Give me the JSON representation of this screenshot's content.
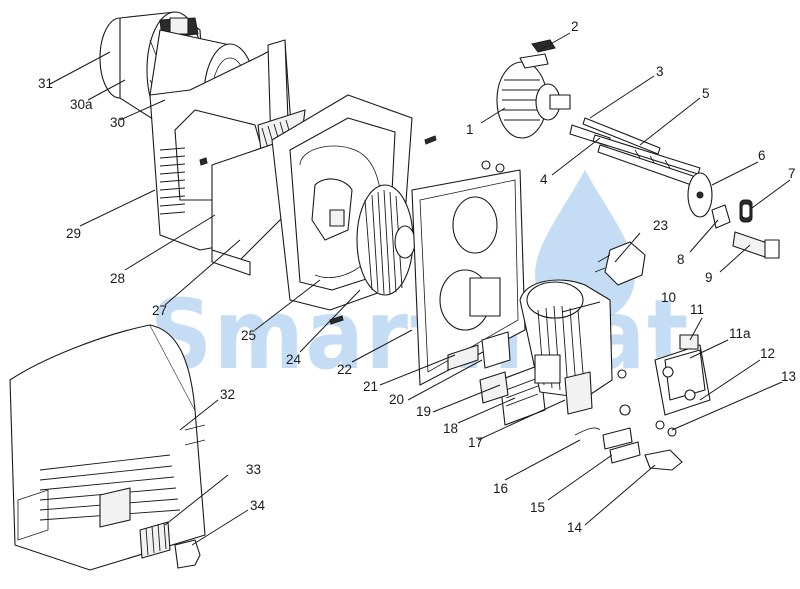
{
  "watermark": {
    "brand": "SmartHeat",
    "color": "#7fb3e6"
  },
  "callouts": [
    {
      "id": "p1",
      "label": "1"
    },
    {
      "id": "p2",
      "label": "2"
    },
    {
      "id": "p3",
      "label": "3"
    },
    {
      "id": "p4",
      "label": "4"
    },
    {
      "id": "p5",
      "label": "5"
    },
    {
      "id": "p6",
      "label": "6"
    },
    {
      "id": "p7",
      "label": "7"
    },
    {
      "id": "p8",
      "label": "8"
    },
    {
      "id": "p9",
      "label": "9"
    },
    {
      "id": "p10",
      "label": "10"
    },
    {
      "id": "p11",
      "label": "11"
    },
    {
      "id": "p11a",
      "label": "11a"
    },
    {
      "id": "p12",
      "label": "12"
    },
    {
      "id": "p13",
      "label": "13"
    },
    {
      "id": "p14",
      "label": "14"
    },
    {
      "id": "p15",
      "label": "15"
    },
    {
      "id": "p16",
      "label": "16"
    },
    {
      "id": "p17",
      "label": "17"
    },
    {
      "id": "p18",
      "label": "18"
    },
    {
      "id": "p19",
      "label": "19"
    },
    {
      "id": "p20",
      "label": "20"
    },
    {
      "id": "p21",
      "label": "21"
    },
    {
      "id": "p22",
      "label": "22"
    },
    {
      "id": "p23",
      "label": "23"
    },
    {
      "id": "p24",
      "label": "24"
    },
    {
      "id": "p25",
      "label": "25"
    },
    {
      "id": "p27",
      "label": "27"
    },
    {
      "id": "p28",
      "label": "28"
    },
    {
      "id": "p29",
      "label": "29"
    },
    {
      "id": "p30",
      "label": "30"
    },
    {
      "id": "p30a",
      "label": "30a"
    },
    {
      "id": "p31",
      "label": "31"
    },
    {
      "id": "p32",
      "label": "32"
    },
    {
      "id": "p33",
      "label": "33"
    },
    {
      "id": "p34",
      "label": "34"
    }
  ]
}
